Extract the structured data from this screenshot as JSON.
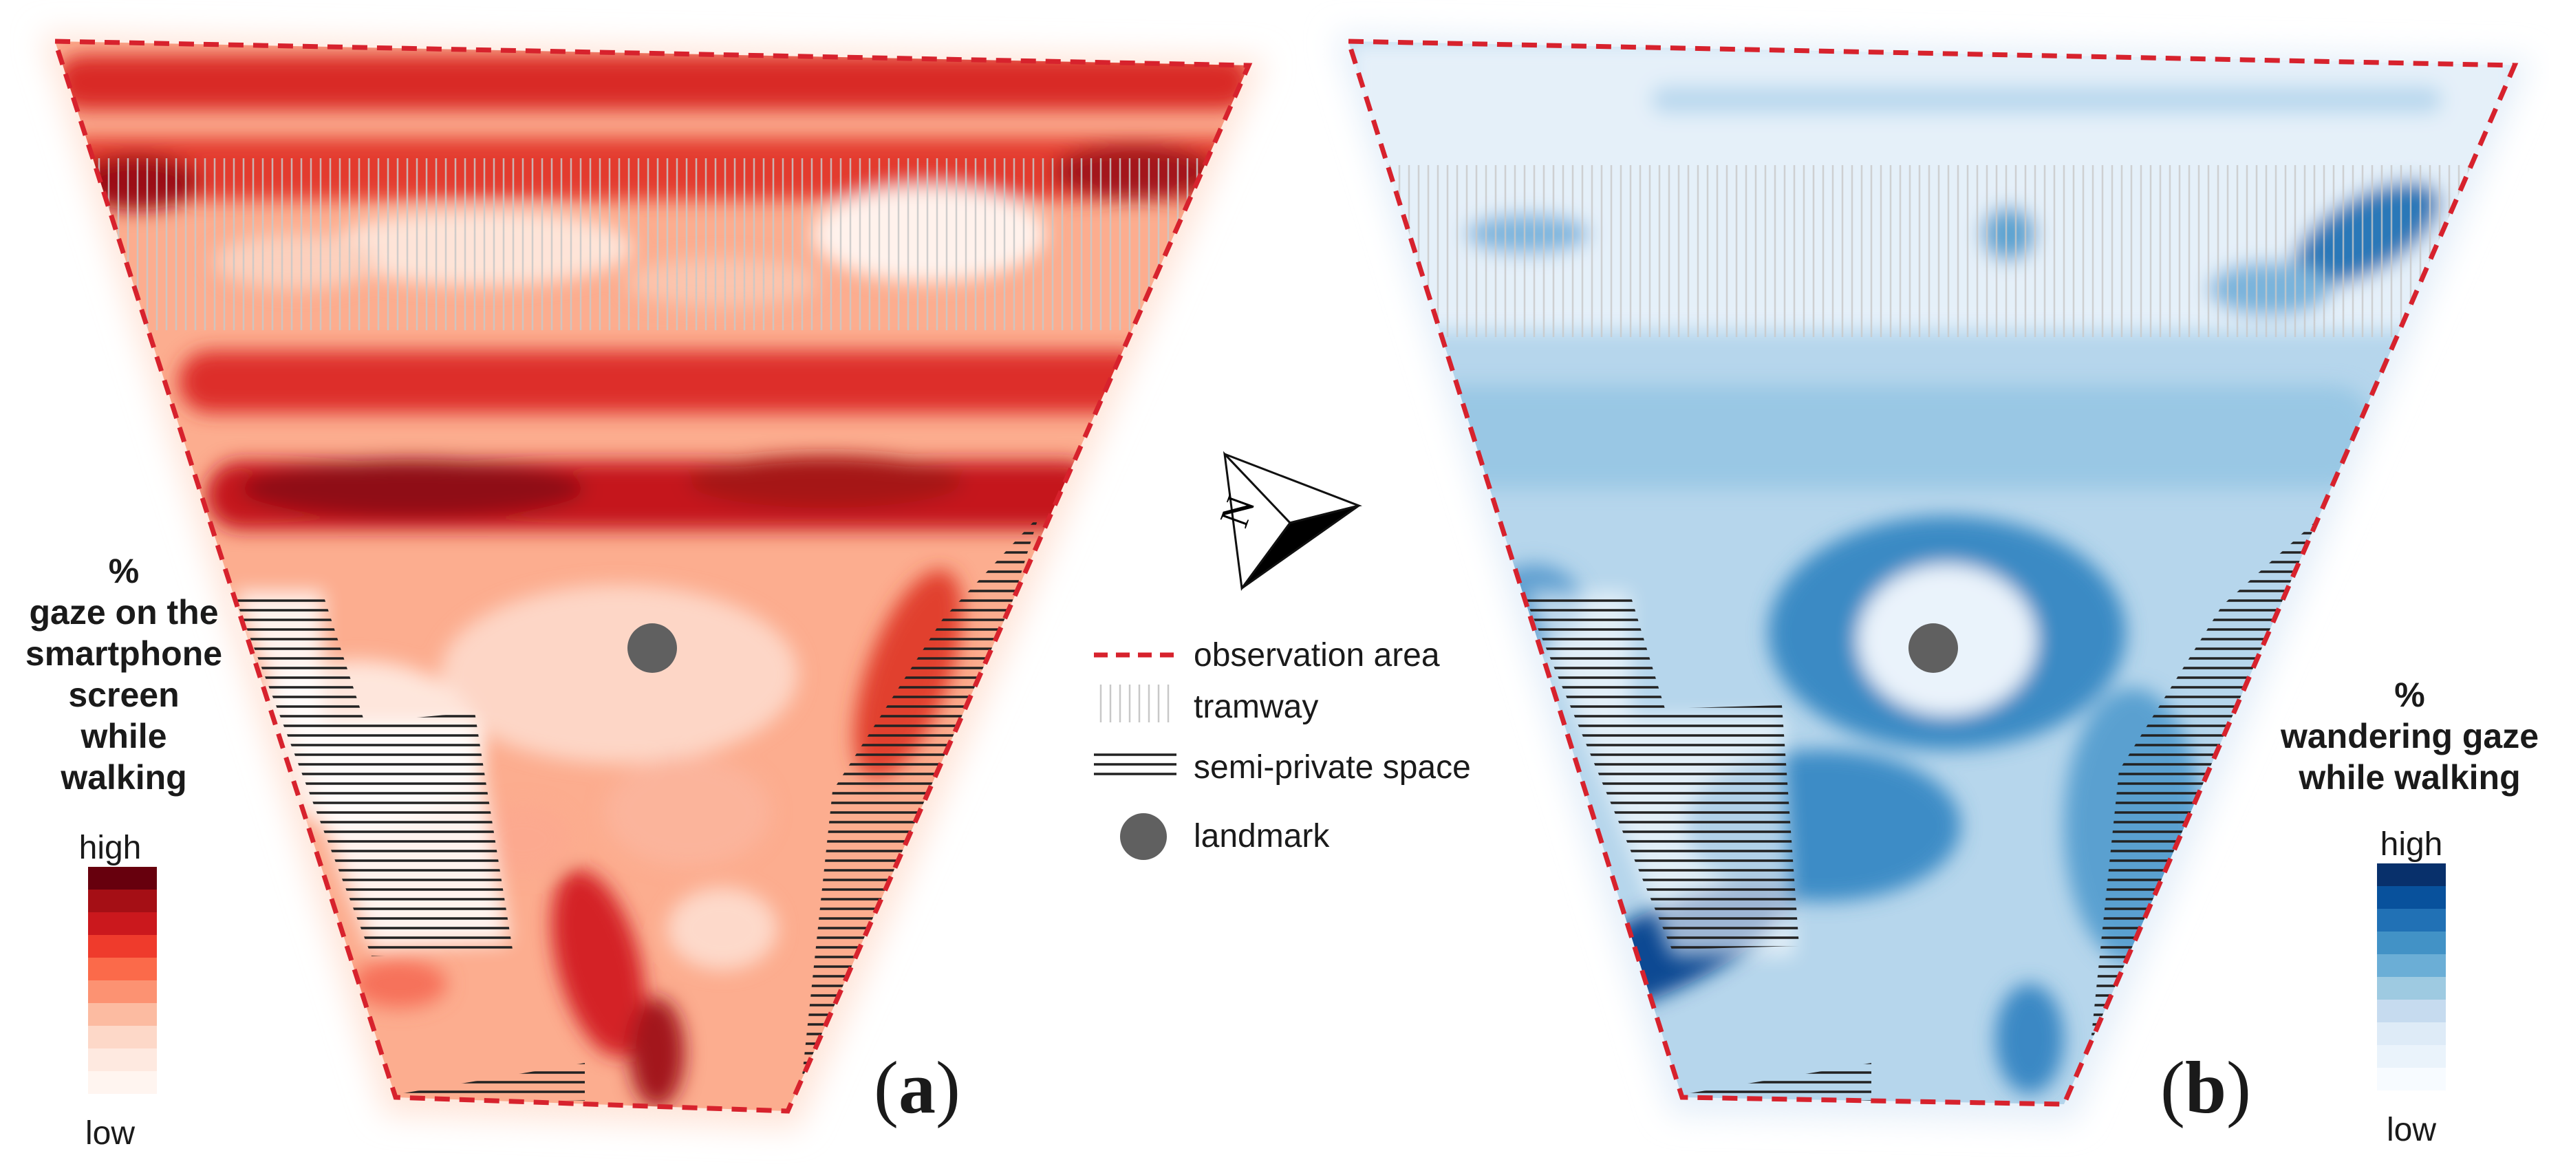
{
  "panel_a": {
    "label_open": "(",
    "label_letter": "a",
    "label_close": ")",
    "legend_percent": "%",
    "legend_lines": [
      "gaze on the",
      "smartphone",
      "screen",
      "while",
      "walking"
    ],
    "scale_high": "high",
    "scale_low": "low",
    "ramp_colors": [
      "#67000d",
      "#a50f15",
      "#cb181d",
      "#ef3b2c",
      "#fb6a4a",
      "#fc9272",
      "#fcbba1",
      "#fdd8c8",
      "#fee9e0",
      "#fff5f0"
    ]
  },
  "panel_b": {
    "label_open": "(",
    "label_letter": "b",
    "label_close": ")",
    "legend_percent": "%",
    "legend_lines": [
      "wandering gaze",
      "while walking"
    ],
    "scale_high": "high",
    "scale_low": "low",
    "ramp_colors": [
      "#08306b",
      "#08519c",
      "#2171b5",
      "#4292c6",
      "#6baed6",
      "#9ecae1",
      "#c6dbef",
      "#deebf7",
      "#eaf3fb",
      "#f7fbff"
    ]
  },
  "key": {
    "observation_area": "observation area",
    "tramway": "tramway",
    "semi_private_space": "semi-private space",
    "landmark": "landmark",
    "observation_color": "#d7222d",
    "landmark_color": "#606060"
  },
  "compass": {
    "letter": "N",
    "icon": "north-arrow-icon"
  }
}
